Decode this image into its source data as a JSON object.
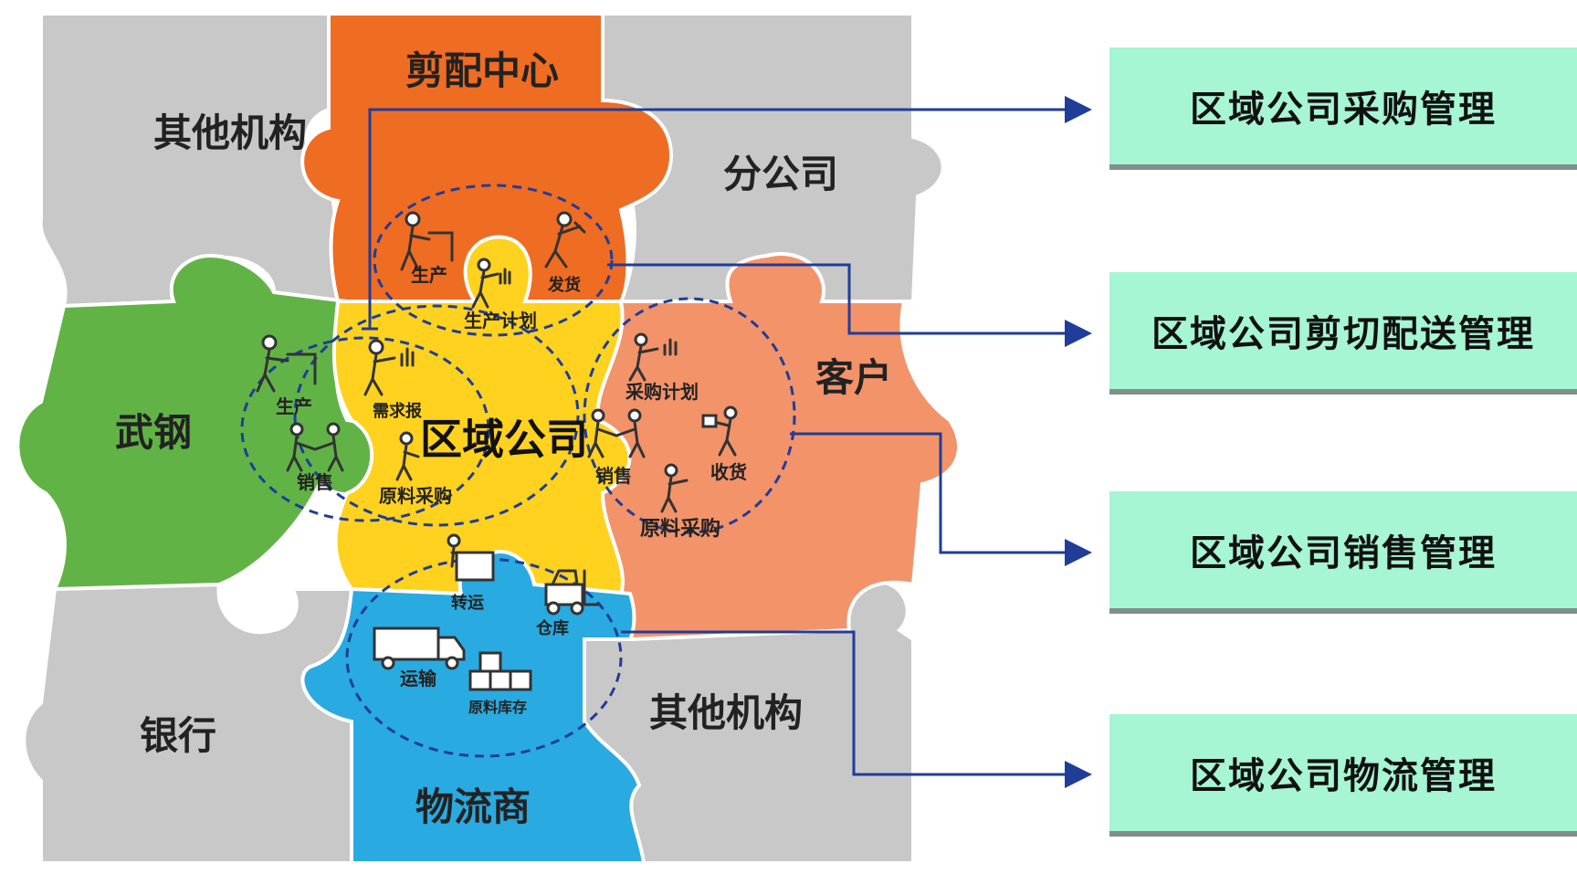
{
  "pieces": {
    "other_org_top": "其他机构",
    "cutting_center": "剪配中心",
    "branch": "分公司",
    "wisco": "武钢",
    "regional_company": "区域公司",
    "customer": "客户",
    "bank": "银行",
    "logistics": "物流商",
    "other_org_bottom": "其他机构"
  },
  "activities": {
    "production_cut": "生产",
    "shipping": "发货",
    "production_plan": "生产计划",
    "production_wisco": "生产",
    "sales_wisco": "销售",
    "demand_report": "需求报",
    "raw_purchase_center": "原料采购",
    "sales_customer": "销售",
    "purchase_plan": "采购计划",
    "receiving": "收货",
    "raw_purchase_customer": "原料采购",
    "handling": "转运",
    "warehouse": "仓库",
    "transport": "运输",
    "raw_storage": "原料库存"
  },
  "management": [
    {
      "label": "区域公司采购管理"
    },
    {
      "label": "区域公司剪切配送管理"
    },
    {
      "label": "区域公司销售管理"
    },
    {
      "label": "区域公司物流管理"
    }
  ],
  "colors": {
    "gray": "#c8c8c8",
    "orange": "#ef6c23",
    "green": "#62b346",
    "yellow": "#ffd21f",
    "salmon": "#f3936a",
    "blue": "#29aae1",
    "box": "#a6f5d3",
    "arrow": "#1f3d99"
  }
}
